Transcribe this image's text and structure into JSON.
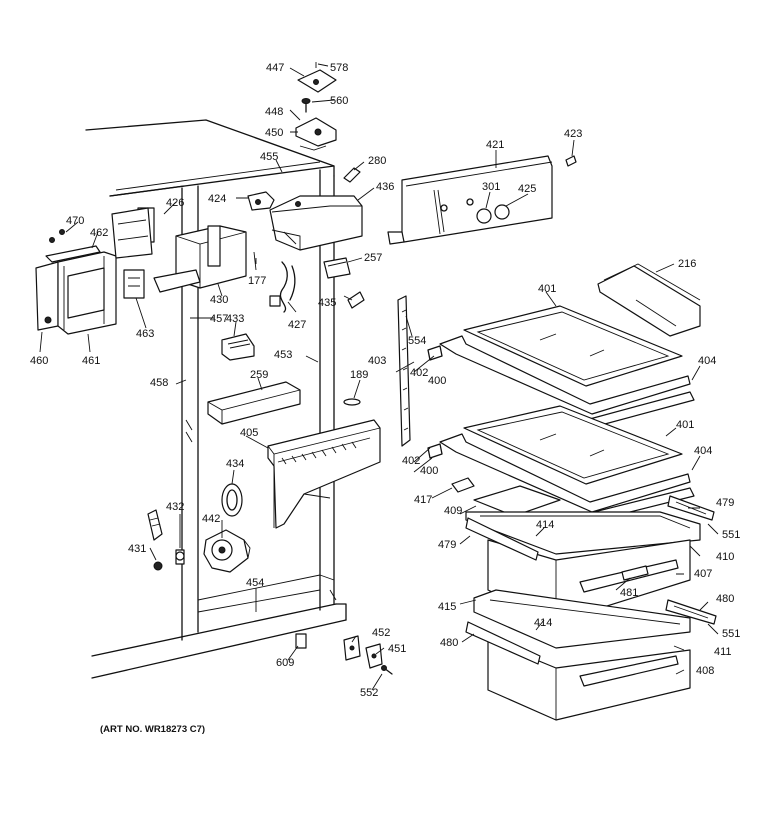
{
  "art_number": "(ART NO. WR18273 C7)",
  "parts": {
    "p447": "447",
    "p578": "578",
    "p560": "560",
    "p448": "448",
    "p450": "450",
    "p455": "455",
    "p280": "280",
    "p436": "436",
    "p421": "421",
    "p423": "423",
    "p301": "301",
    "p425": "425",
    "p426": "426",
    "p424": "424",
    "p470": "470",
    "p462": "462",
    "p257": "257",
    "p177": "177",
    "p427": "427",
    "p435": "435",
    "p430": "430",
    "p463": "463",
    "p460": "460",
    "p461": "461",
    "p457": "457",
    "p433": "433",
    "p453": "453",
    "p554": "554",
    "p216": "216",
    "p401a": "401",
    "p404a": "404",
    "p402a": "402",
    "p400a": "400",
    "p403": "403",
    "p458": "458",
    "p259": "259",
    "p189": "189",
    "p405": "405",
    "p401b": "401",
    "p404b": "404",
    "p402b": "402",
    "p400b": "400",
    "p434": "434",
    "p417": "417",
    "p479a": "479",
    "p409": "409",
    "p414a": "414",
    "p432": "432",
    "p442": "442",
    "p551a": "551",
    "p479b": "479",
    "p410": "410",
    "p431": "431",
    "p407": "407",
    "p481": "481",
    "p454": "454",
    "p415": "415",
    "p480a": "480",
    "p414b": "414",
    "p551b": "551",
    "p452": "452",
    "p451": "451",
    "p480b": "480",
    "p411": "411",
    "p609": "609",
    "p408": "408",
    "p552": "552"
  }
}
